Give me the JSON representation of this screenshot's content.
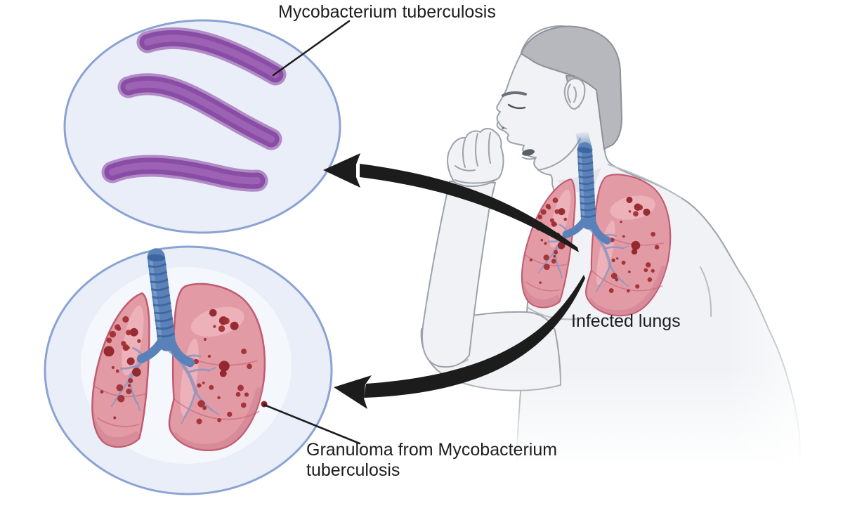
{
  "diagram": {
    "labels": {
      "bacterium": "Mycobacterium tuberculosis",
      "infected_lungs": "Infected lungs",
      "granuloma_line1": "Granuloma from Mycobacterium",
      "granuloma_line2": "tuberculosis"
    },
    "colors": {
      "background": "#ffffff",
      "callout_fill": "#e9eef8",
      "callout_border": "#8ba3d3",
      "bacterium_outer": "#b18bc6",
      "bacterium_body": "#8a4da6",
      "bacterium_core": "#9c63b4",
      "lung_fill": "#e29ba5",
      "lung_outline": "#c25b71",
      "lung_highlight": "#f3bfc6",
      "granuloma_dot": "#a12c30",
      "trachea": "#5b82b8",
      "trachea_ring": "#3a629c",
      "bronchi": "#8f94c0",
      "skin": "#f0f2f5",
      "skin_outline": "#9ca2ab",
      "hair": "#b6b8be",
      "arrow": "#1c1c1c",
      "text": "#1d1d1f"
    }
  }
}
